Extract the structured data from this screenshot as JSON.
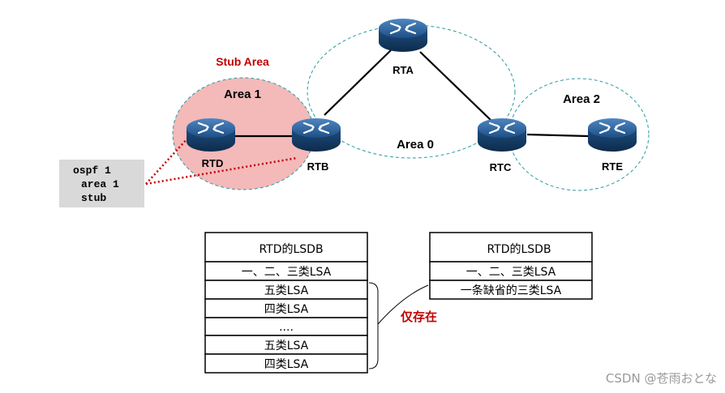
{
  "areas": {
    "stub_area_label": "Stub Area",
    "area1": "Area 1",
    "area0": "Area 0",
    "area2": "Area 2"
  },
  "routers": {
    "rta": "RTA",
    "rtb": "RTB",
    "rtc": "RTC",
    "rtd": "RTD",
    "rte": "RTE"
  },
  "config": {
    "line1": "ospf 1",
    "line2": "area 1",
    "line3": "stub"
  },
  "lsdb_left": {
    "title": "RTD的LSDB",
    "rows": [
      "一、二、三类LSA",
      "五类LSA",
      "四类LSA",
      "....",
      "五类LSA",
      "四类LSA"
    ]
  },
  "lsdb_right": {
    "title": "RTD的LSDB",
    "rows": [
      "一、二、三类LSA",
      "一条缺省的三类LSA"
    ]
  },
  "only_label": "仅存在",
  "watermark": "CSDN @苍雨おとな",
  "colors": {
    "stub_fill": "#f4b9b9",
    "area_border": "#2b9aa0",
    "accent_red": "#c00000",
    "config_bg": "#d9d9d9",
    "router_blue": "#1f4e79"
  }
}
